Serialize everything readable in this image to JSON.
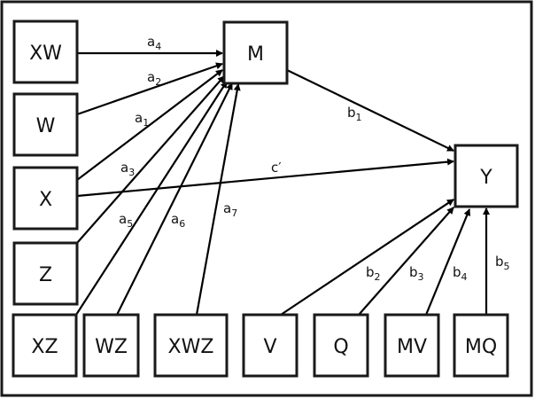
{
  "diagram": {
    "title": "Moderated mediation path diagram",
    "nodes": [
      {
        "id": "XW",
        "label": "XW"
      },
      {
        "id": "W",
        "label": "W"
      },
      {
        "id": "X",
        "label": "X"
      },
      {
        "id": "Z",
        "label": "Z"
      },
      {
        "id": "XZ",
        "label": "XZ"
      },
      {
        "id": "WZ",
        "label": "WZ"
      },
      {
        "id": "XWZ",
        "label": "XWZ"
      },
      {
        "id": "V",
        "label": "V"
      },
      {
        "id": "Q",
        "label": "Q"
      },
      {
        "id": "MV",
        "label": "MV"
      },
      {
        "id": "MQ",
        "label": "MQ"
      },
      {
        "id": "M",
        "label": "M"
      },
      {
        "id": "Y",
        "label": "Y"
      }
    ],
    "edges": [
      {
        "from": "XW",
        "to": "M",
        "label": "a",
        "sub": "4"
      },
      {
        "from": "W",
        "to": "M",
        "label": "a",
        "sub": "2"
      },
      {
        "from": "X",
        "to": "M",
        "label": "a",
        "sub": "1"
      },
      {
        "from": "Z",
        "to": "M",
        "label": "a",
        "sub": "3"
      },
      {
        "from": "XZ",
        "to": "M",
        "label": "a",
        "sub": "5"
      },
      {
        "from": "WZ",
        "to": "M",
        "label": "a",
        "sub": "6"
      },
      {
        "from": "XWZ",
        "to": "M",
        "label": "a",
        "sub": "7"
      },
      {
        "from": "M",
        "to": "Y",
        "label": "b",
        "sub": "1"
      },
      {
        "from": "X",
        "to": "Y",
        "label": "c′",
        "sub": ""
      },
      {
        "from": "V",
        "to": "Y",
        "label": "b",
        "sub": "2"
      },
      {
        "from": "Q",
        "to": "Y",
        "label": "b",
        "sub": "3"
      },
      {
        "from": "MV",
        "to": "Y",
        "label": "b",
        "sub": "4"
      },
      {
        "from": "MQ",
        "to": "Y",
        "label": "b",
        "sub": "5"
      }
    ]
  }
}
